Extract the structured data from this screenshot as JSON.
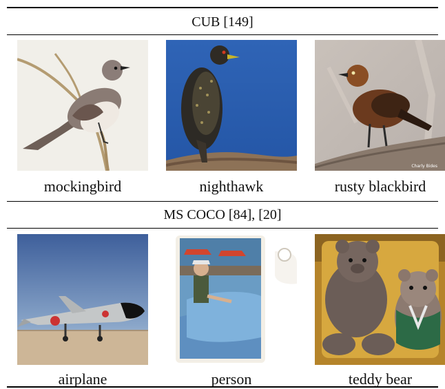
{
  "sections": [
    {
      "title": "CUB [149]",
      "items": [
        {
          "caption": "mockingbird",
          "image": "mockingbird-illustration"
        },
        {
          "caption": "nighthawk",
          "image": "nighthawk-photo"
        },
        {
          "caption": "rusty blackbird",
          "image": "rusty-blackbird-photo"
        }
      ]
    },
    {
      "title": "MS COCO [84], [20]",
      "items": [
        {
          "caption": "airplane",
          "image": "airplane-photo"
        },
        {
          "caption": "person",
          "image": "person-in-paddle-boat-photo"
        },
        {
          "caption": "teddy bear",
          "image": "teddy-bears-photo"
        }
      ]
    }
  ],
  "image_credit": "Charly Bides"
}
